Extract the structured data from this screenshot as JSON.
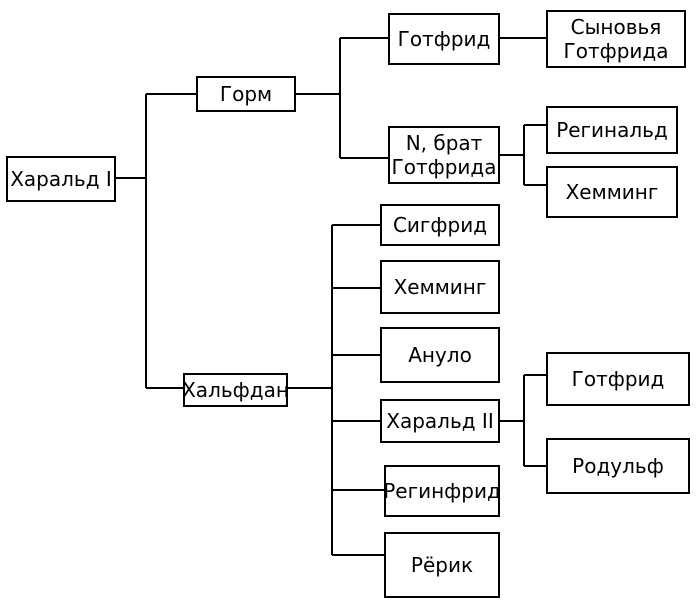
{
  "tree": {
    "root": "Харальд I",
    "gorm": {
      "name": "Горм",
      "gotfrid": {
        "name": "Готфрид",
        "children": [
          "Сыновья\nГотфрида"
        ]
      },
      "brother": {
        "name": "N, брат\nГотфрида",
        "children": [
          "Регинальд",
          "Хемминг"
        ]
      }
    },
    "halfdan": {
      "name": "Хальфдан",
      "children": [
        "Сигфрид",
        "Хемминг",
        "Ануло",
        "Харальд II",
        "Регинфрид",
        "Рёрик"
      ],
      "harald2_children": [
        "Готфрид",
        "Родульф"
      ]
    }
  }
}
